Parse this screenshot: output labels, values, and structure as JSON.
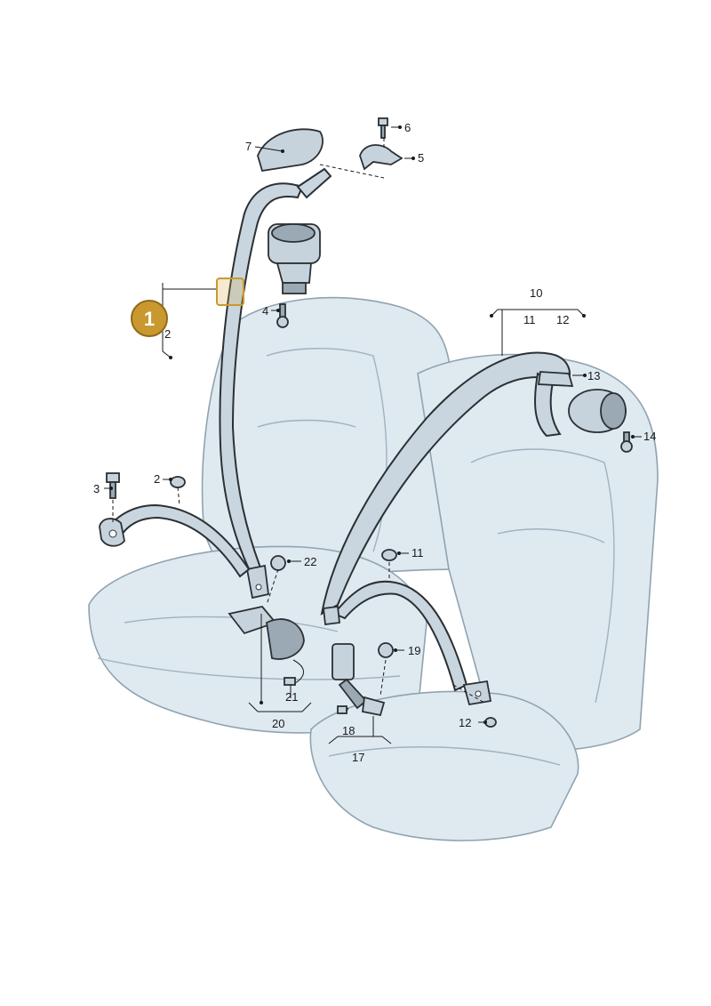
{
  "diagram": {
    "marker": "1",
    "callouts": [
      "2",
      "3",
      "4",
      "5",
      "6",
      "7",
      "10",
      "11",
      "12",
      "13",
      "14",
      "2",
      "11",
      "12",
      "17",
      "18",
      "19",
      "20",
      "21",
      "22"
    ]
  }
}
